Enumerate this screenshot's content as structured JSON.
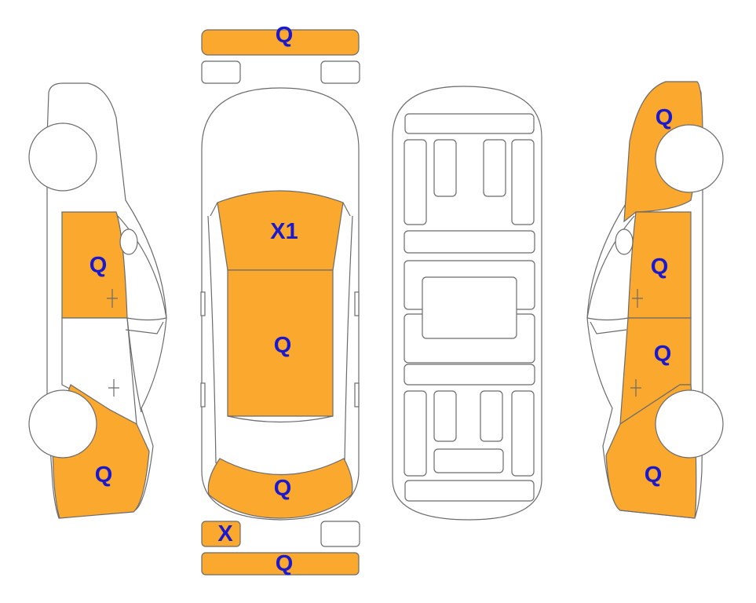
{
  "colors": {
    "marked": "#FBA82E",
    "unmarked": "#FFFFFF",
    "label": "#1A1ACC",
    "outline": "#6B6B6B"
  },
  "parts": {
    "front_bumper": {
      "label": "Q",
      "marked": true
    },
    "left_headlight": {
      "label": "",
      "marked": false
    },
    "right_headlight": {
      "label": "",
      "marked": false
    },
    "hood": {
      "label": "X1",
      "marked": true
    },
    "roof": {
      "label": "Q",
      "marked": true
    },
    "trunk": {
      "label": "Q",
      "marked": true
    },
    "left_taillight": {
      "label": "X",
      "marked": true
    },
    "right_taillight": {
      "label": "",
      "marked": false
    },
    "rear_bumper": {
      "label": "Q",
      "marked": true
    },
    "left_front_door": {
      "label": "Q",
      "marked": true
    },
    "left_rear_door": {
      "label": "",
      "marked": false
    },
    "left_rear_quarter": {
      "label": "Q",
      "marked": true
    },
    "right_front_fender": {
      "label": "Q",
      "marked": true
    },
    "right_front_door": {
      "label": "Q",
      "marked": true
    },
    "right_rear_door": {
      "label": "Q",
      "marked": true
    },
    "right_rear_quarter": {
      "label": "Q",
      "marked": true
    }
  }
}
